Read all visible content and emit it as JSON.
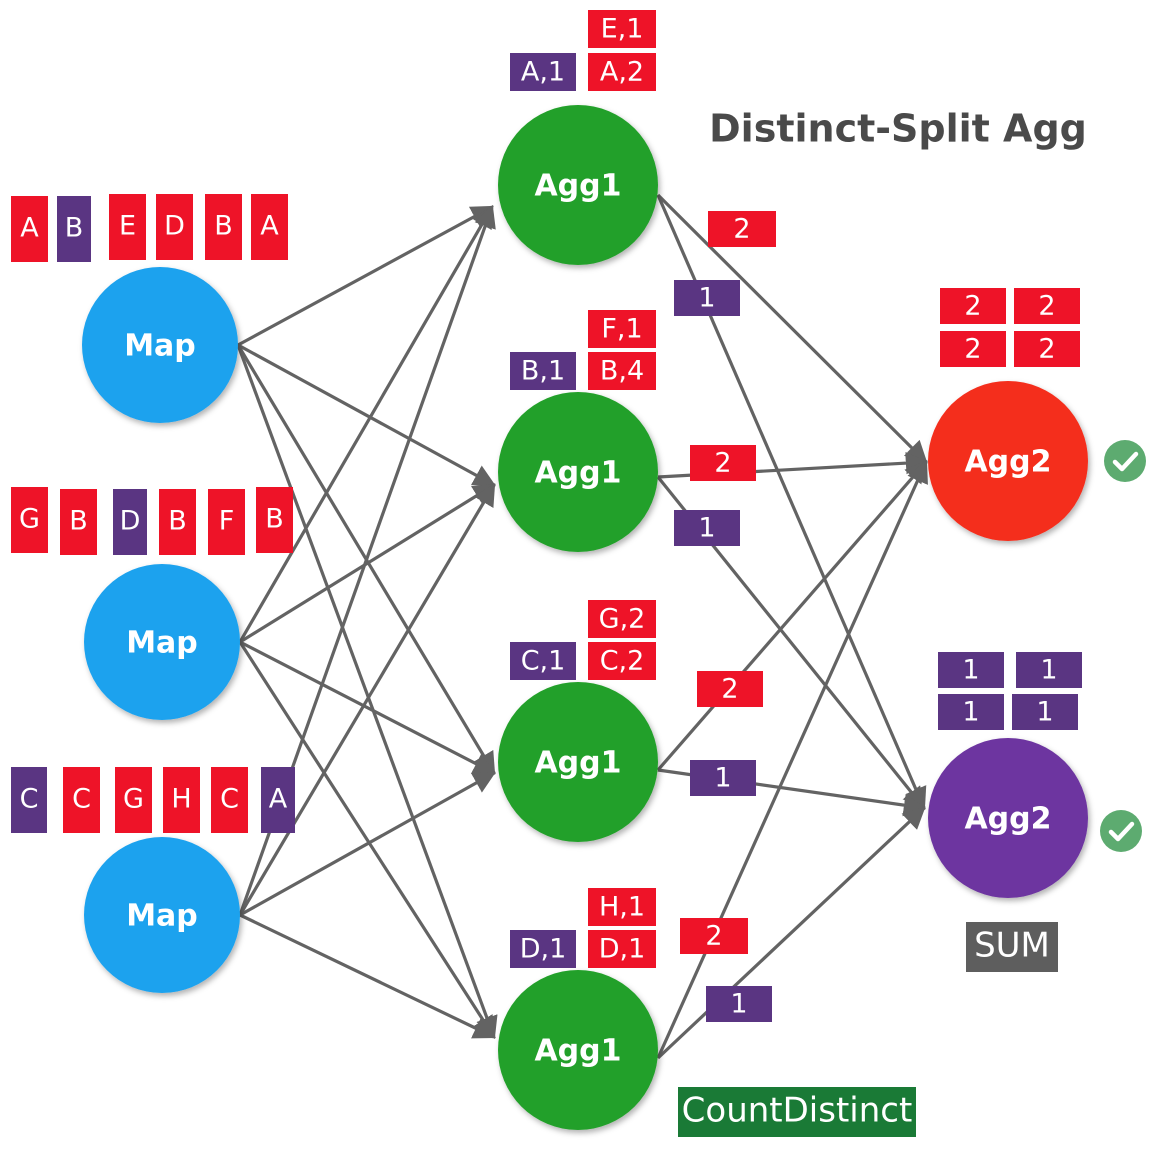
{
  "title": "Distinct-Split Agg",
  "colors": {
    "map": "#1fa2ee",
    "agg1": "#24a02a",
    "agg2_red": "#f42e1c",
    "agg2_purple": "#6d35a0",
    "tag_red": "#ee1328",
    "tag_purple": "#5a3582",
    "edge": "#636363",
    "check": "#5dab70",
    "count_distinct_bg": "#1a7a36",
    "sum_bg": "#5e5e5e"
  },
  "nodes": {
    "map_label": "Map",
    "agg1_label": "Agg1",
    "agg2_label": "Agg2"
  },
  "map_inputs": [
    [
      "A",
      "B",
      "E",
      "D",
      "B",
      "A"
    ],
    [
      "G",
      "B",
      "D",
      "B",
      "F",
      "B"
    ],
    [
      "C",
      "C",
      "G",
      "H",
      "C",
      "A"
    ]
  ],
  "agg1_tags": [
    {
      "distinct": "E,1",
      "left": "A,1",
      "right": "A,2"
    },
    {
      "distinct": "F,1",
      "left": "B,1",
      "right": "B,4"
    },
    {
      "distinct": "G,2",
      "left": "C,1",
      "right": "C,2"
    },
    {
      "distinct": "H,1",
      "left": "D,1",
      "right": "D,1"
    }
  ],
  "agg1_outputs": [
    {
      "red": "2",
      "purple": "1"
    },
    {
      "red": "2",
      "purple": "1"
    },
    {
      "red": "2",
      "purple": "1"
    },
    {
      "red": "2",
      "purple": "1"
    }
  ],
  "agg2_red_inputs": [
    "2",
    "2",
    "2",
    "2"
  ],
  "agg2_purple_inputs": [
    "1",
    "1",
    "1",
    "1"
  ],
  "labels": {
    "count_distinct": "CountDistinct",
    "sum": "SUM"
  },
  "icons": {
    "check": "check-circle-icon"
  }
}
